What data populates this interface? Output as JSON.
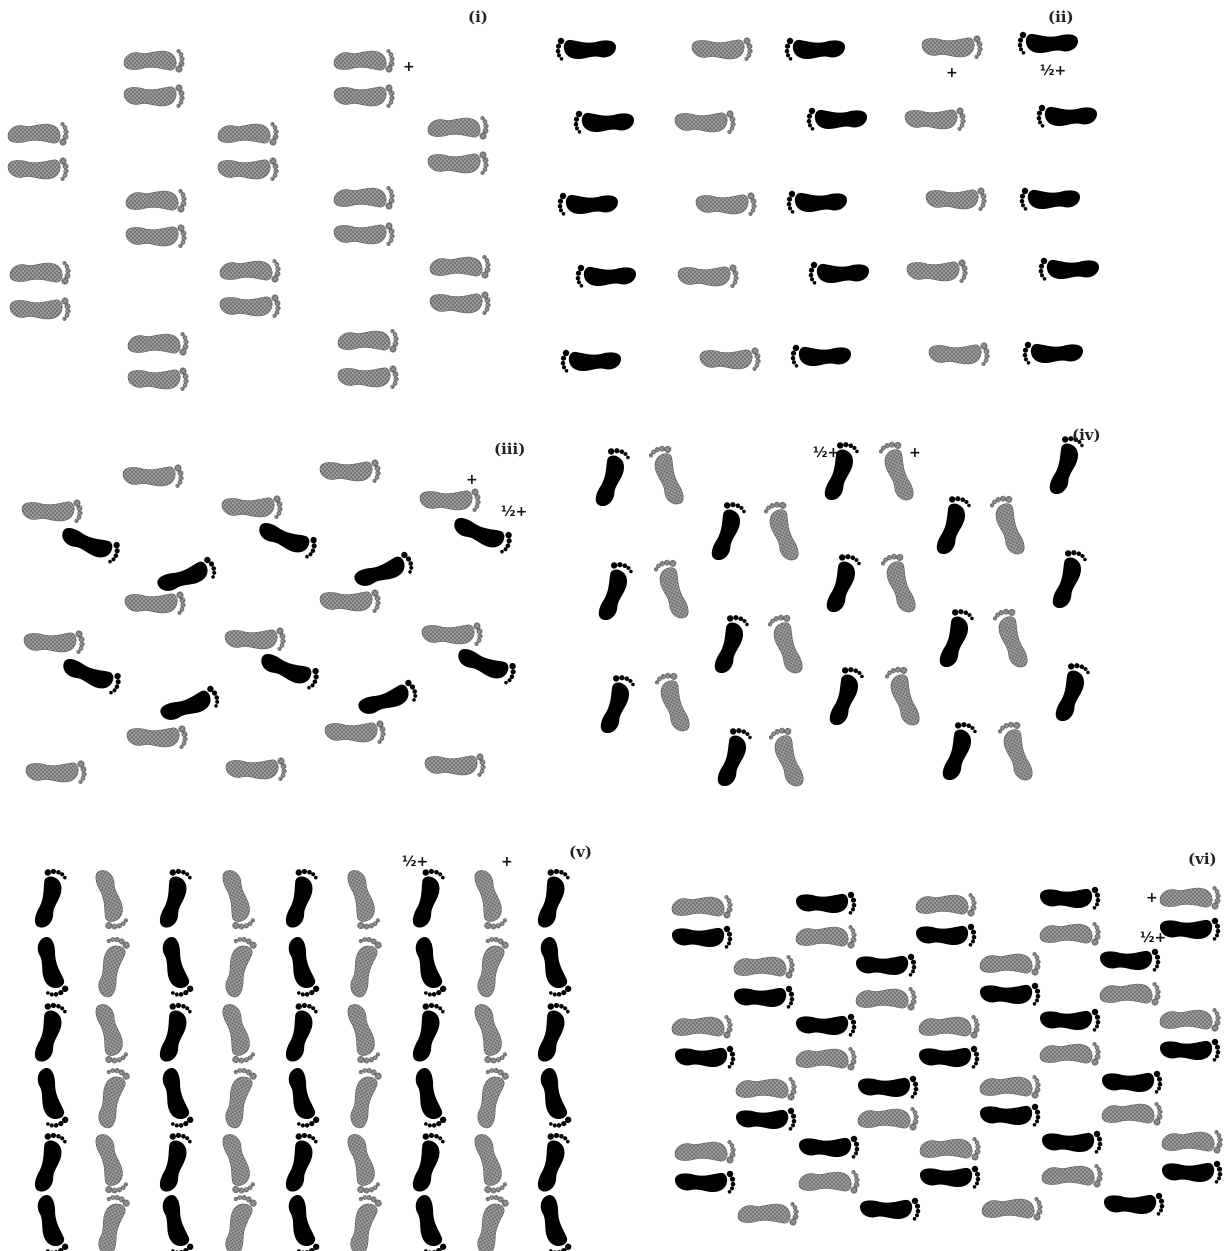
{
  "panels": [
    {
      "id": "i",
      "label": "(i)"
    },
    {
      "id": "ii",
      "label": "(ii)"
    },
    {
      "id": "iii",
      "label": "(iii)"
    },
    {
      "id": "iv",
      "label": "(iv)"
    },
    {
      "id": "v",
      "label": "(v)"
    },
    {
      "id": "vi",
      "label": "(vi)"
    }
  ],
  "symbols": {
    "plus": "+",
    "half_plus": "½+"
  },
  "colors": {
    "shadow_fill": "#000000",
    "grey_fill": "#8a8a8a",
    "grey_stroke": "#5a5a5a",
    "background": "#ffffff"
  },
  "icon": "footprint-icon"
}
